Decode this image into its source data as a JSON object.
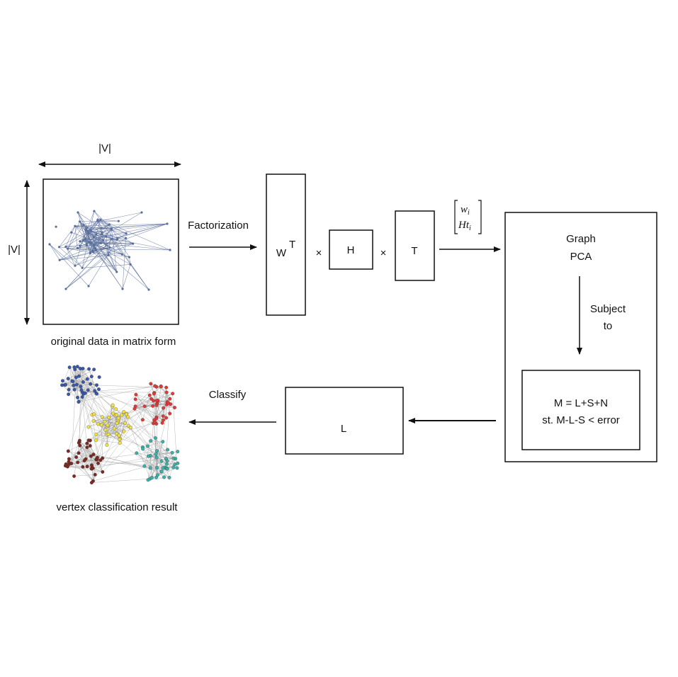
{
  "labels": {
    "v_top": "|V|",
    "v_left": "|V|",
    "original_caption": "original data in matrix form",
    "factorization": "Factorization",
    "wt_base": "W",
    "wt_sup": "T",
    "times": "×",
    "h": "H",
    "t": "T",
    "vec_top": "w",
    "vec_top_sub": "i",
    "vec_bottom": "Ht",
    "vec_bottom_sub": "i",
    "graph": "Graph",
    "pca": "PCA",
    "subject": "Subject",
    "to": "to",
    "eq1": "M = L+S+N",
    "eq2": "st. M-L-S < error",
    "l": "L",
    "classify": "Classify",
    "result_caption": "vertex classification result"
  },
  "colors": {
    "network": "#5a6e9a",
    "cluster_blue": "#3a58a8",
    "cluster_red": "#e03a3a",
    "cluster_yellow": "#f0e040",
    "cluster_brown": "#7a2a22",
    "cluster_teal": "#3ab0a8",
    "edges": "#9a9a9a"
  }
}
